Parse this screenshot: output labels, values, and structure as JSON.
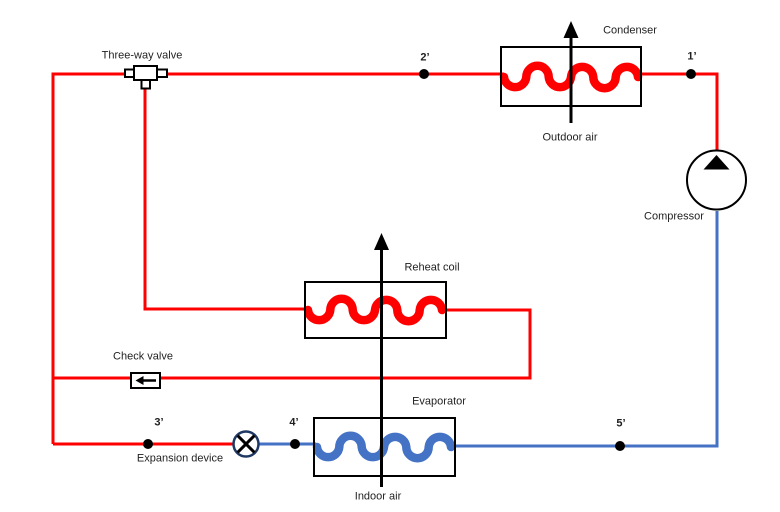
{
  "diagram": {
    "type": "heat-pump refrigeration cycle schematic",
    "labels": {
      "three_way_valve": "Three-way valve",
      "condenser": "Condenser",
      "outdoor_air": "Outdoor air",
      "compressor": "Compressor",
      "reheat_coil": "Reheat coil",
      "check_valve": "Check valve",
      "expansion_device": "Expansion device",
      "evaporator": "Evaporator",
      "indoor_air": "Indoor air"
    },
    "points": {
      "p1": "1’",
      "p2": "2’",
      "p3": "3’",
      "p4": "4’",
      "p5": "5’"
    },
    "colors": {
      "hot": "#ff0000",
      "cold": "#4472c4",
      "valve_outline": "#1f3864",
      "ink": "#000000"
    }
  }
}
